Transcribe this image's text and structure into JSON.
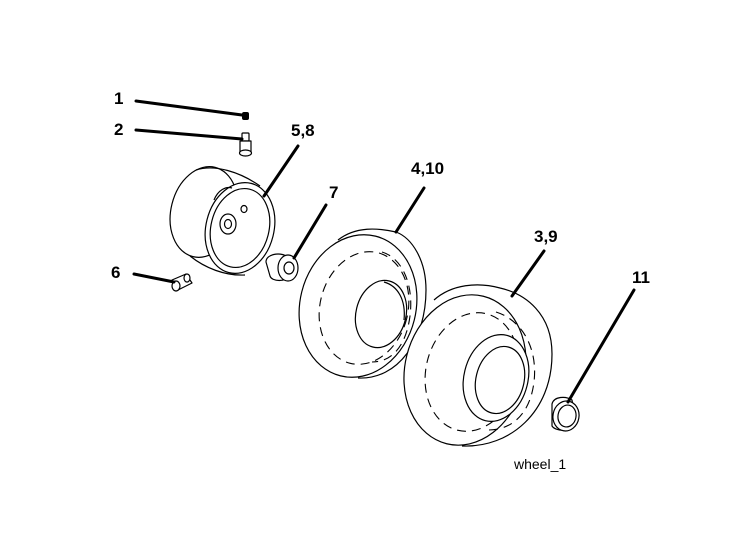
{
  "callouts": {
    "c1": "1",
    "c2": "2",
    "c58": "5,8",
    "c7": "7",
    "c410": "4,10",
    "c39": "3,9",
    "c6": "6",
    "c11": "11"
  },
  "caption": "wheel_1"
}
